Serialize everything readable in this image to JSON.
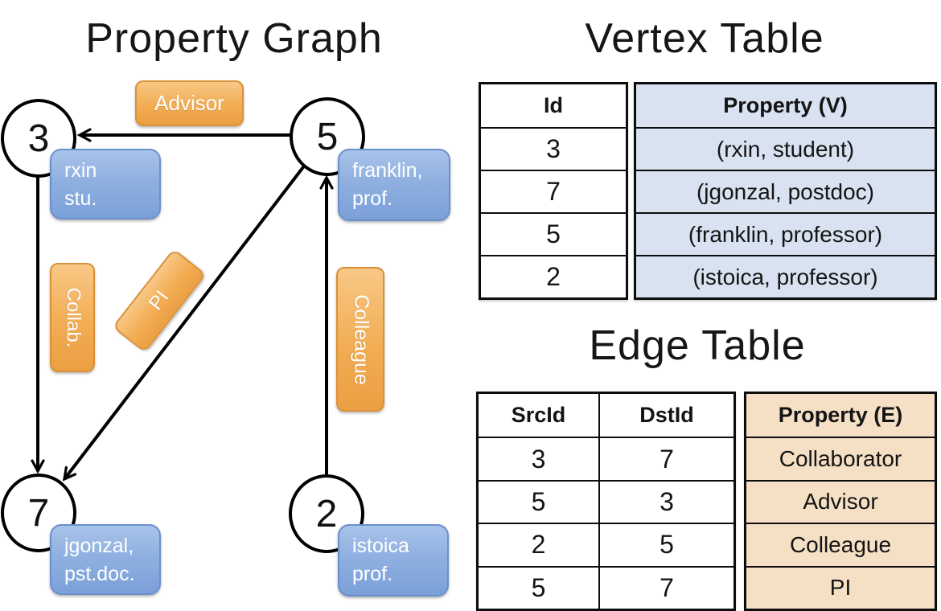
{
  "colors": {
    "orange_top": "#F8C887",
    "orange_bottom": "#EC9F43",
    "orange_border": "#DB9138",
    "blue_top": "#A9C3EA",
    "blue_bottom": "#7BA0D9",
    "blue_border": "#6A90CC",
    "vertex_property_fill": "#D9E2F1",
    "edge_property_fill": "#F5DFC5",
    "edge_line": "#000000",
    "background": "#FFFFFF"
  },
  "graph": {
    "title": "Property Graph",
    "nodes": [
      {
        "id": "3"
      },
      {
        "id": "5"
      },
      {
        "id": "7"
      },
      {
        "id": "2"
      }
    ],
    "vertex_labels": [
      {
        "text": "rxin\nstu."
      },
      {
        "text": "franklin,\nprof."
      },
      {
        "text": "jgonzal,\npst.doc."
      },
      {
        "text": "istoica\nprof."
      }
    ],
    "edge_labels": [
      {
        "text": "Advisor"
      },
      {
        "text": "Collab."
      },
      {
        "text": "PI"
      },
      {
        "text": "Colleague"
      }
    ]
  },
  "vertex_table": {
    "title": "Vertex Table",
    "headers": {
      "id": "Id",
      "property": "Property (V)"
    },
    "rows": [
      {
        "id": "3",
        "property": "(rxin, student)"
      },
      {
        "id": "7",
        "property": "(jgonzal, postdoc)"
      },
      {
        "id": "5",
        "property": "(franklin, professor)"
      },
      {
        "id": "2",
        "property": "(istoica, professor)"
      }
    ]
  },
  "edge_table": {
    "title": "Edge Table",
    "headers": {
      "src": "SrcId",
      "dst": "DstId",
      "property": "Property (E)"
    },
    "rows": [
      {
        "src": "3",
        "dst": "7",
        "property": "Collaborator"
      },
      {
        "src": "5",
        "dst": "3",
        "property": "Advisor"
      },
      {
        "src": "2",
        "dst": "5",
        "property": "Colleague"
      },
      {
        "src": "5",
        "dst": "7",
        "property": "PI"
      }
    ]
  }
}
